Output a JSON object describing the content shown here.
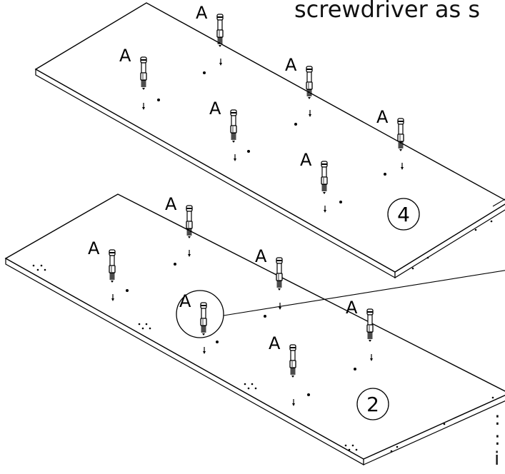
{
  "instruction_text": "screwdriver as s",
  "side_fragments": [
    ":",
    ":",
    "i"
  ],
  "part_label": "A",
  "panels": [
    {
      "step_number": "4"
    },
    {
      "step_number": "2"
    }
  ]
}
